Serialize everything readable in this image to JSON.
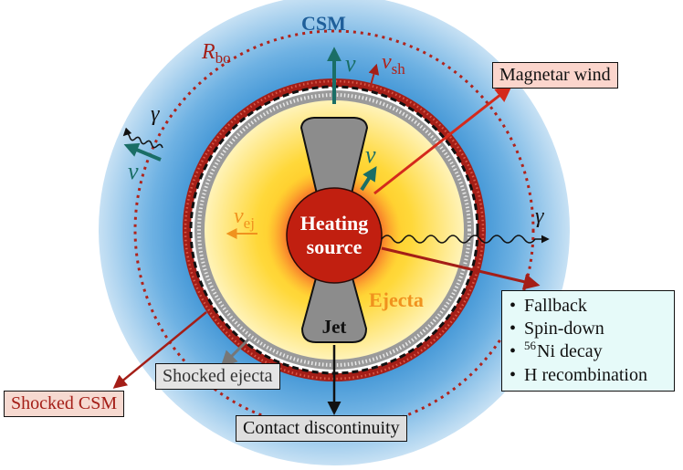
{
  "labels": {
    "csm": "CSM",
    "r_bo_main": "R",
    "r_bo_sub": "bo",
    "nu_top": "ν",
    "v_sh_main": "v",
    "v_sh_sub": "sh",
    "gamma_left": "γ",
    "nu_left": "ν",
    "nu_inner": "ν",
    "v_ej_main": "v",
    "v_ej_sub": "ej",
    "heating_line1": "Heating",
    "heating_line2": "source",
    "gamma_right": "γ",
    "ejecta": "Ejecta",
    "jet": "Jet"
  },
  "boxes": {
    "magnetar_wind": "Magnetar wind",
    "shocked_ejecta": "Shocked ejecta",
    "shocked_csm": "Shocked CSM",
    "contact_discontinuity": "Contact discontinuity"
  },
  "energy_sources": {
    "fallback": "Fallback",
    "spin_down": "Spin-down",
    "ni_sup": "56",
    "ni_text": "Ni decay",
    "h_recombination": "H recombination"
  },
  "colors": {
    "csm_blue": "#2f8ad0",
    "dotted_red": "#b0231b",
    "shocked_csm_red": "#a41e17",
    "ejecta_yellow": "#ffd21f",
    "heating_red": "#c11f10",
    "neutrino_teal": "#1a6e66",
    "jet_gray": "#8c8c8c",
    "ejecta_label_orange": "#f0921e"
  }
}
